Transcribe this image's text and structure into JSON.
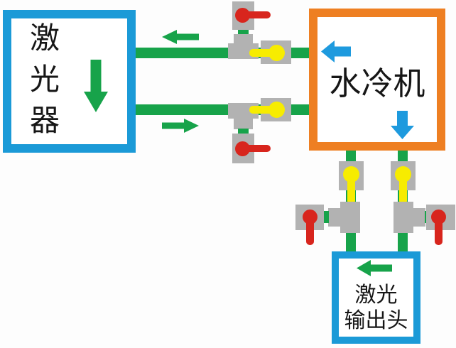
{
  "diagram": {
    "title_hint": "laser water-cooling piping diagram",
    "laser_box": {
      "label": "激光器"
    },
    "chiller_box": {
      "label": "水冷机"
    },
    "output_box": {
      "line1": "激光",
      "line2": "输出头"
    }
  },
  "colors": {
    "box-blue": "#1b9ad7",
    "box-orange": "#ee7f22",
    "pipe-green": "#17a34a",
    "arrow-blue": "#1e9ade",
    "valve-gray": "#b2b2b2",
    "valve-red": "#d8251d",
    "valve-yellow": "#f7ec00",
    "text-black": "#161616",
    "background": "#fdfdfd"
  }
}
